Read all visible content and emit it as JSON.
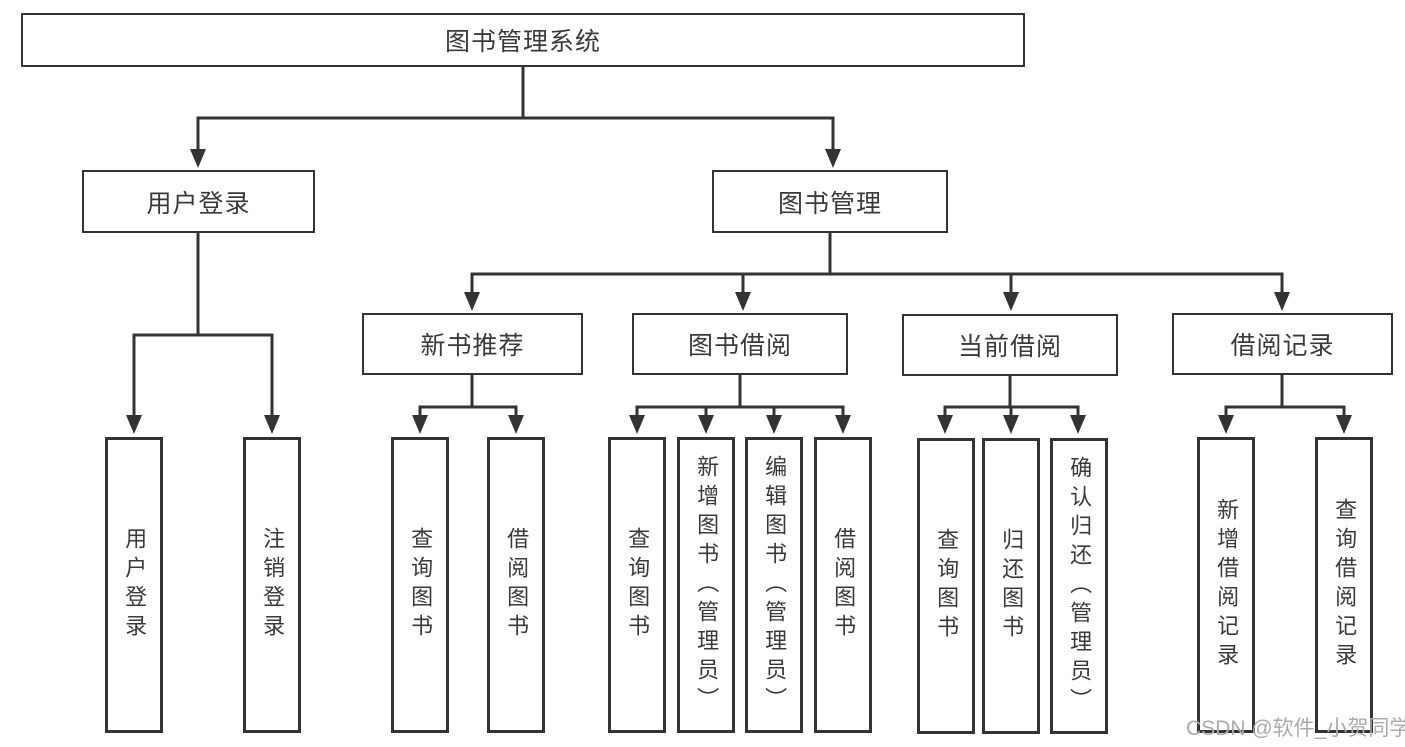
{
  "diagram": {
    "root": "图书管理系统",
    "level2": [
      "用户登录",
      "图书管理"
    ],
    "level3": [
      "新书推荐",
      "图书借阅",
      "当前借阅",
      "借阅记录"
    ],
    "leaves": [
      "用户登录",
      "注销登录",
      "查询图书",
      "借阅图书",
      "查询图书",
      "新增图书（管理员）",
      "编辑图书（管理员）",
      "借阅图书",
      "查询图书",
      "归还图书",
      "确认归还（管理员）",
      "新增借阅记录",
      "查询借阅记录"
    ],
    "watermark": "CSDN @软件_小贺同学",
    "colors": {
      "line": "#333333",
      "text": "#3a3a3a",
      "watermark": "#ababab",
      "background": "#ffffff"
    }
  }
}
